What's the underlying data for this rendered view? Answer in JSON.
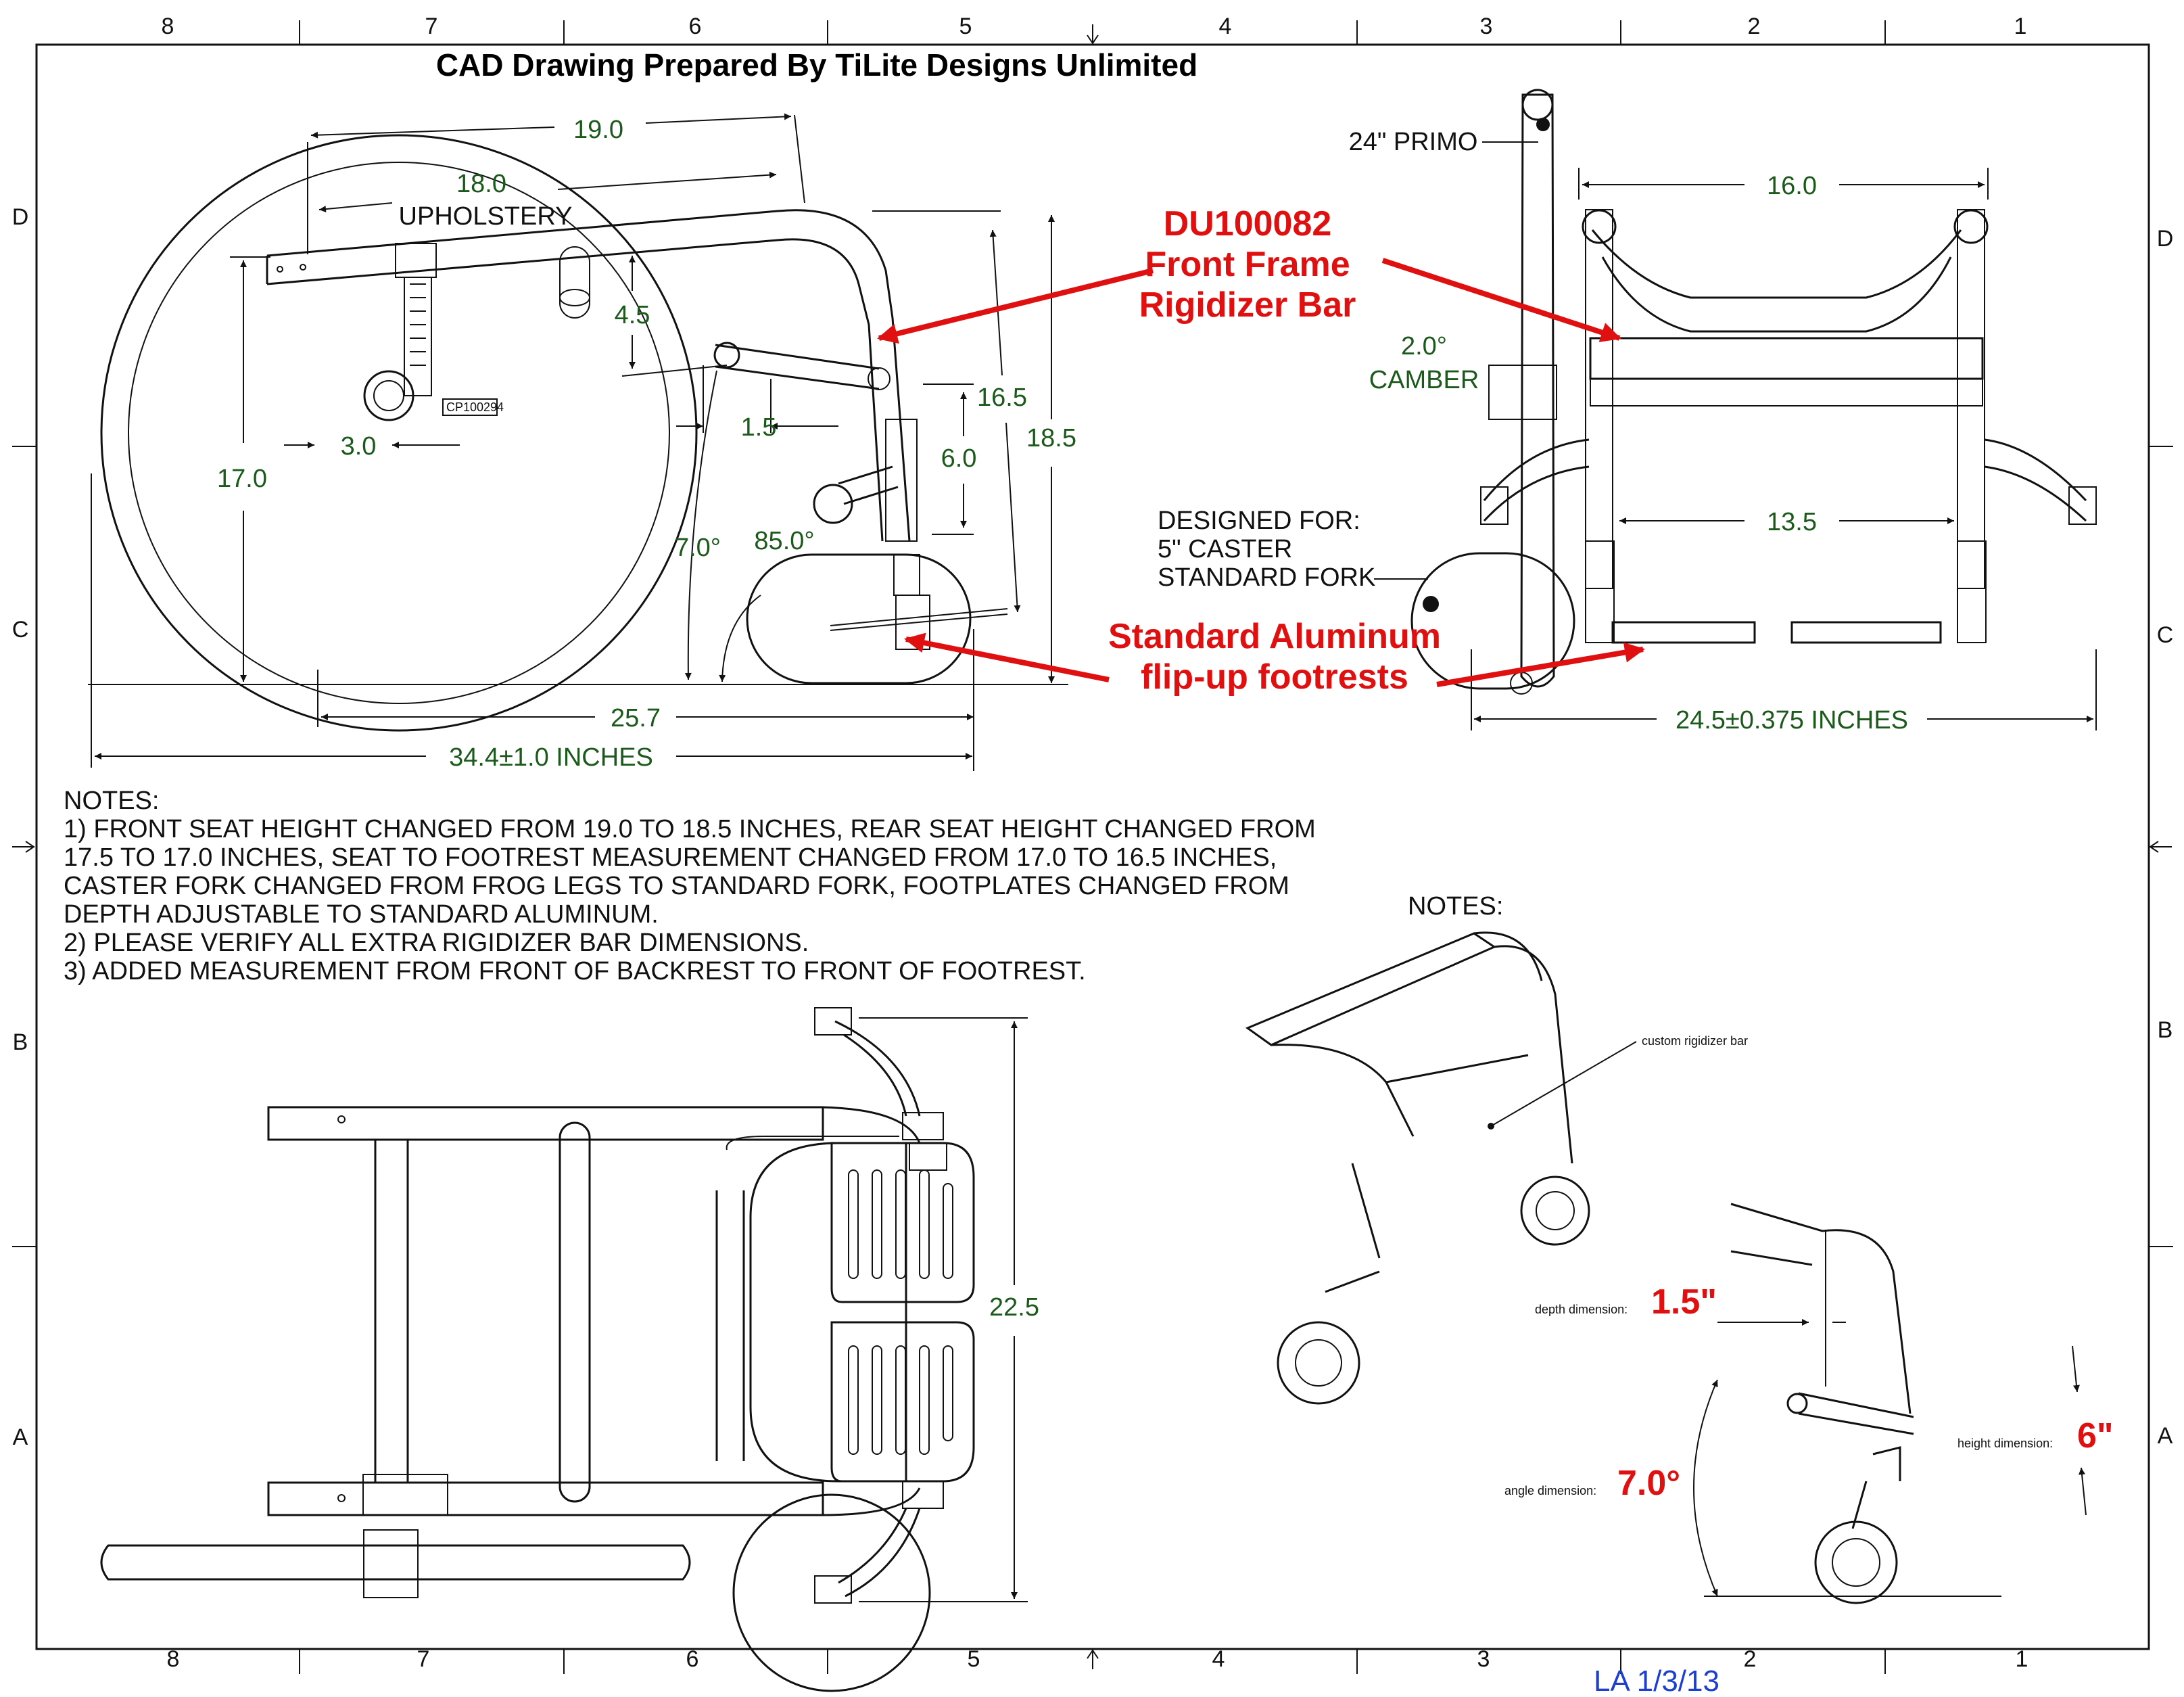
{
  "title": "CAD Drawing Prepared By TiLite Designs Unlimited",
  "zones": {
    "columns": [
      "8",
      "7",
      "6",
      "5",
      "4",
      "3",
      "2",
      "1"
    ],
    "rows": [
      "D",
      "C",
      "B",
      "A"
    ]
  },
  "side_view": {
    "dims": {
      "d190": "19.0",
      "d180": "18.0",
      "upholstery": "UPHOLSTERY",
      "d45": "4.5",
      "d30": "3.0",
      "d170": "17.0",
      "d15": "1.5",
      "d165": "16.5",
      "d185": "18.5",
      "d60": "6.0",
      "a70": "7.0°",
      "a850": "85.0°",
      "d257": "25.7",
      "d344": "34.4±1.0 INCHES"
    },
    "part_label": "CP100294"
  },
  "front_view": {
    "wheel_label": "24\" PRIMO",
    "d160": "16.0",
    "camber_value": "2.0°",
    "camber_label": "CAMBER",
    "d135": "13.5",
    "designed_for": [
      "DESIGNED FOR:",
      "5\" CASTER",
      "STANDARD FORK"
    ],
    "d245": "24.5±0.375 INCHES"
  },
  "callouts": {
    "rigidizer": [
      "DU100082",
      "Front Frame",
      "Rigidizer Bar"
    ],
    "footrests": [
      "Standard  Aluminum",
      "flip-up footrests"
    ]
  },
  "notes": {
    "heading": "NOTES:",
    "lines": [
      "1)  FRONT SEAT HEIGHT CHANGED FROM 19.0 TO 18.5 INCHES, REAR SEAT HEIGHT CHANGED FROM",
      "17.5 TO 17.0 INCHES, SEAT TO FOOTREST MEASUREMENT CHANGED FROM 17.0 TO 16.5 INCHES,",
      "CASTER FORK CHANGED FROM FROG LEGS TO STANDARD FORK, FOOTPLATES CHANGED FROM",
      "DEPTH ADJUSTABLE TO STANDARD ALUMINUM.",
      "2)  PLEASE VERIFY ALL EXTRA RIGIDIZER BAR DIMENSIONS.",
      "3)  ADDED MEASUREMENT FROM FRONT OF BACKREST TO FRONT OF FOOTREST."
    ]
  },
  "top_view": {
    "d225": "22.5"
  },
  "detail": {
    "heading": "NOTES:",
    "rigidizer_label": "custom rigidizer bar",
    "depth_label": "depth dimension:",
    "depth_value": "1.5\"",
    "height_label": "height dimension:",
    "height_value": "6\"",
    "angle_label": "angle dimension:",
    "angle_value": "7.0°"
  },
  "signature": "LA 1/3/13",
  "colors": {
    "dimension": "#1c5a1c",
    "callout": "#e01010",
    "signature": "#1d3fd1",
    "line": "#111111"
  }
}
